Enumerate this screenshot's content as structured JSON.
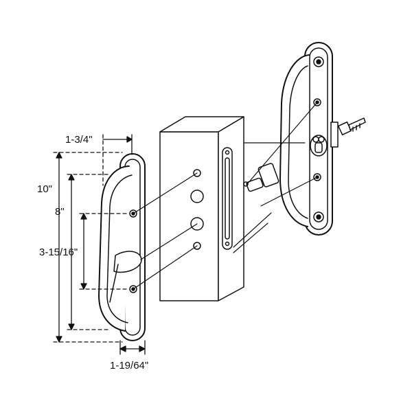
{
  "dimensions": {
    "handle_projection": "1-3/4\"",
    "overall_height": "10\"",
    "grip_length": "8\"",
    "hole_spacing": "3-15/16\"",
    "plate_width": "1-19/64\""
  },
  "colors": {
    "line": "#111111",
    "fill": "#ffffff",
    "shade": "#e6e6e6"
  }
}
